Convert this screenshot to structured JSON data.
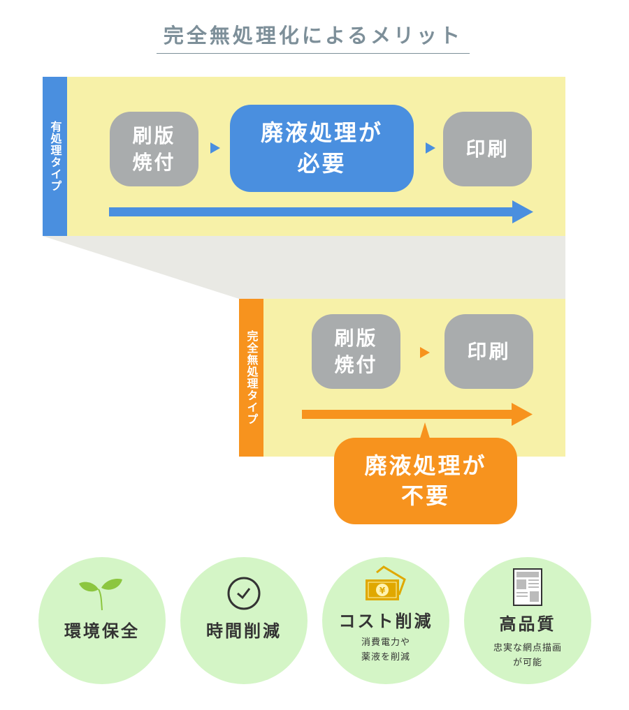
{
  "title": "完全無処理化によるメリット",
  "conventional": {
    "label": "有処理タイプ",
    "step1": "刷版\n焼付",
    "step2": "廃液処理が\n必要",
    "step3": "印刷",
    "color": "#4a8fdf"
  },
  "processless": {
    "label": "完全無処理タイプ",
    "step1": "刷版\n焼付",
    "step2": "印刷",
    "callout": "廃液処理が\n不要",
    "color": "#f7931e"
  },
  "benefits": [
    {
      "title": "環境保全",
      "icon": "sprout-icon"
    },
    {
      "title": "時間削減",
      "icon": "clock-icon"
    },
    {
      "title": "コスト削減",
      "subtitle": "消費電力や\n薬液を削減",
      "icon": "money-icon"
    },
    {
      "title": "高品質",
      "subtitle": "忠実な網点描画\nが可能",
      "icon": "newspaper-icon"
    }
  ]
}
